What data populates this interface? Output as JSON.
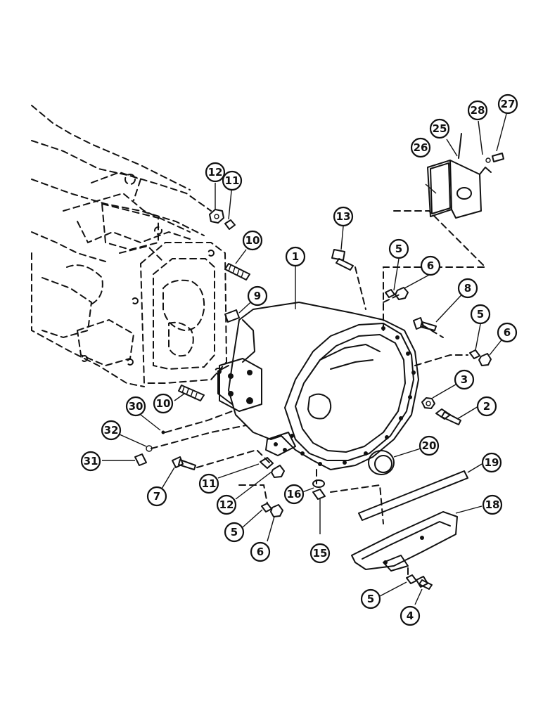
{
  "callouts": [
    {
      "id": "c1",
      "label": "1"
    },
    {
      "id": "c2",
      "label": "2"
    },
    {
      "id": "c3",
      "label": "3"
    },
    {
      "id": "c4",
      "label": "4"
    },
    {
      "id": "c5a",
      "label": "5"
    },
    {
      "id": "c5b",
      "label": "5"
    },
    {
      "id": "c5c",
      "label": "5"
    },
    {
      "id": "c5d",
      "label": "5"
    },
    {
      "id": "c6a",
      "label": "6"
    },
    {
      "id": "c6b",
      "label": "6"
    },
    {
      "id": "c6c",
      "label": "6"
    },
    {
      "id": "c7",
      "label": "7"
    },
    {
      "id": "c8",
      "label": "8"
    },
    {
      "id": "c9",
      "label": "9"
    },
    {
      "id": "c10a",
      "label": "10"
    },
    {
      "id": "c10b",
      "label": "10"
    },
    {
      "id": "c11a",
      "label": "11"
    },
    {
      "id": "c11b",
      "label": "11"
    },
    {
      "id": "c12a",
      "label": "12"
    },
    {
      "id": "c12b",
      "label": "12"
    },
    {
      "id": "c13",
      "label": "13"
    },
    {
      "id": "c15",
      "label": "15"
    },
    {
      "id": "c16",
      "label": "16"
    },
    {
      "id": "c18",
      "label": "18"
    },
    {
      "id": "c19",
      "label": "19"
    },
    {
      "id": "c20",
      "label": "20"
    },
    {
      "id": "c25",
      "label": "25"
    },
    {
      "id": "c26",
      "label": "26"
    },
    {
      "id": "c27",
      "label": "27"
    },
    {
      "id": "c28",
      "label": "28"
    },
    {
      "id": "c30",
      "label": "30"
    },
    {
      "id": "c31",
      "label": "31"
    },
    {
      "id": "c32",
      "label": "32"
    }
  ]
}
